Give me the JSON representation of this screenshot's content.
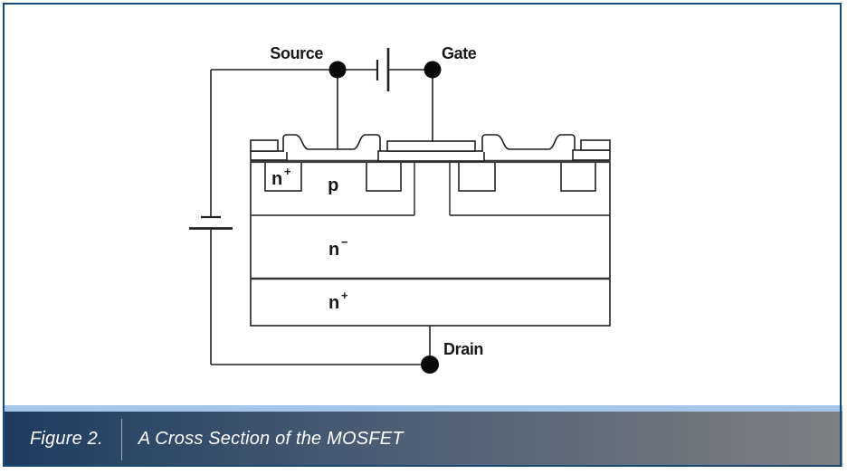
{
  "page": {
    "background": "#ffffff",
    "border_color": "#1b4b72"
  },
  "caption": {
    "label": "Figure 2.",
    "title": "A Cross Section of the MOSFET",
    "strip_color": "#a4c7e9",
    "bar_gradient_left": "#1e3c60",
    "bar_gradient_right": "#7e8183",
    "text_color": "#ffffff"
  },
  "diagram": {
    "line_color": "#231f20",
    "terminal_dot_color": "#0a0a0a",
    "terminals": {
      "source": "Source",
      "gate": "Gate",
      "drain": "Drain"
    },
    "regions": {
      "source_diffusion": {
        "base": "n",
        "sup": "+"
      },
      "body": "p",
      "drift": {
        "base": "n",
        "sup": "−"
      },
      "substrate": {
        "base": "n",
        "sup": "+"
      }
    }
  }
}
